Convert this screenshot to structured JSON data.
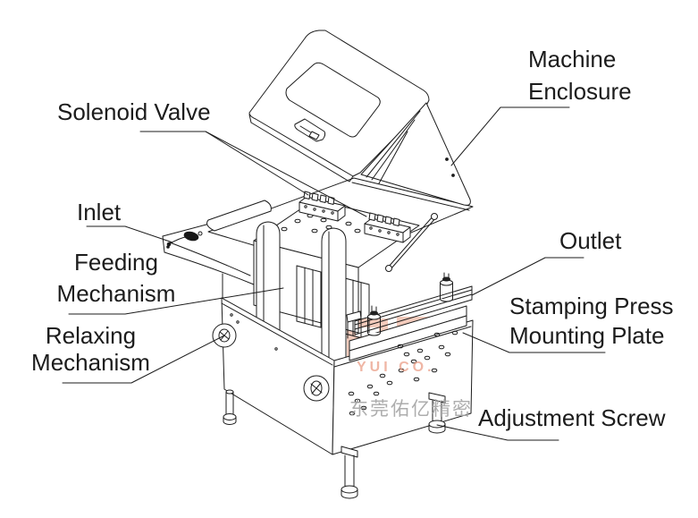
{
  "figure": {
    "type": "labeled technical diagram",
    "subject": "stamping / feeding machine isometric line drawing",
    "background_color": "#ffffff",
    "line_color": "#1c1c1c",
    "labels": {
      "solenoid_valve": "Solenoid Valve",
      "machine_enclosure_l1": "Machine",
      "machine_enclosure_l2": "Enclosure",
      "inlet": "Inlet",
      "feeding_l1": "Feeding",
      "feeding_l2": "Mechanism",
      "outlet": "Outlet",
      "stamping_l1": "Stamping Press",
      "stamping_l2": "Mounting Plate",
      "relaxing_l1": "Relaxing",
      "relaxing_l2": "Mechanism",
      "adjustment_screw": "Adjustment Screw"
    },
    "watermark": {
      "logo_text": "YUI CO.",
      "company_cn": "东莞佑亿精密",
      "logo_color": "#f2c2b1",
      "logo_text_color": "#ea9e87",
      "cn_text_color": "#a5a5a5"
    }
  }
}
